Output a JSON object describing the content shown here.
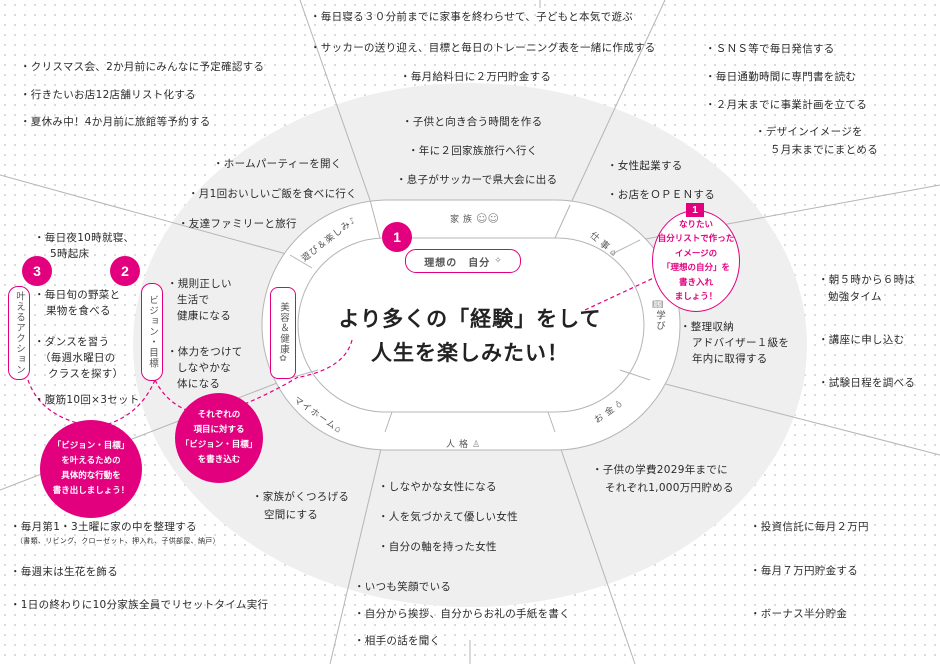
{
  "colors": {
    "accent": "#e2007f",
    "ring_fill": "#eeeeee",
    "line": "#b5b5b5",
    "text": "#2a2a2a"
  },
  "center": {
    "line1": "より多くの「経験」をして",
    "line2": "人生を楽しみたい！",
    "label": "理想の　自分"
  },
  "categories": {
    "family": "家族",
    "work": "仕事",
    "learning": "学び",
    "money": "お金",
    "character": "人格",
    "myhome": "マイホーム",
    "beauty_health": "美容＆健康",
    "play": "遊び＆楽しみ"
  },
  "badges": {
    "one": "1",
    "two": "2",
    "three": "3"
  },
  "pills": {
    "vision": "ビジョン・目標",
    "action": "叶えるアクション"
  },
  "callouts": {
    "ideal": [
      "なりたい",
      "自分リストで作った",
      "イメージの",
      "「理想の自分」を",
      "書き入れ",
      "ましょう！"
    ],
    "vision": [
      "それぞれの",
      "項目に対する",
      "「ビジョン・目標」",
      "を書き込む"
    ],
    "action": [
      "「ビジョン・目標」",
      "を叶えるための",
      "具体的な行動を",
      "書き出しましょう！"
    ]
  },
  "family": {
    "vision": [
      "・子供と向き合う時間を作る",
      "・年に２回家族旅行へ行く",
      "・息子がサッカーで県大会に出る"
    ],
    "action": [
      "・毎日寝る３０分前までに家事を終わらせて、子どもと本気で遊ぶ",
      "・サッカーの送り迎え、目標と毎日のトレーニング表を一緒に作成する",
      "・毎月給料日に２万円貯金する"
    ]
  },
  "work": {
    "vision": [
      "・女性起業する",
      "・お店をＯＰＥＮする"
    ],
    "action": [
      "・ＳＮＳ等で毎日発信する",
      "・毎日通勤時間に専門書を読む",
      "・２月末までに事業計画を立てる",
      "・デザインイメージを",
      "５月末までにまとめる"
    ]
  },
  "learning": {
    "vision": [
      "・整理収納",
      "アドバイザー１級を",
      "年内に取得する"
    ],
    "action": [
      "・朝５時から６時は",
      "勉強タイム",
      "・講座に申し込む",
      "・試験日程を調べる"
    ]
  },
  "money": {
    "vision": [
      "・子供の学費2029年までに",
      "それぞれ1,000万円貯める"
    ],
    "action": [
      "・投資信託に毎月２万円",
      "・毎月７万円貯金する",
      "・ボーナス半分貯金"
    ]
  },
  "character": {
    "vision": [
      "・しなやかな女性になる",
      "・人を気づかえて優しい女性",
      "・自分の軸を持った女性"
    ],
    "action": [
      "・いつも笑顔でいる",
      "・自分から挨拶、自分からお礼の手紙を書く",
      "・相手の話を聞く"
    ]
  },
  "myhome": {
    "vision": [
      "・家族がくつろげる",
      "空間にする"
    ],
    "action": [
      "・毎月第1・3土曜に家の中を整理する",
      "（書類、リビング、クローゼット、押入れ、子供部屋、納戸）",
      "・毎週末は生花を飾る",
      "・1日の終わりに10分家族全員でリセットタイム実行"
    ]
  },
  "beauty_health": {
    "vision": [
      "・規則正しい",
      "生活で",
      "健康になる",
      "・体力をつけて",
      "しなやかな",
      "体になる"
    ],
    "action": [
      "・毎日夜10時就寝、",
      "5時起床",
      "・毎日旬の野菜と",
      "果物を食べる",
      "・ダンスを習う",
      "（毎週水曜日の",
      "クラスを探す）",
      "・腹筋10回×3セット"
    ]
  },
  "play": {
    "vision": [
      "・ホームパーティーを開く",
      "・月1回おいしいご飯を食べに行く",
      "・友達ファミリーと旅行"
    ],
    "action": [
      "・クリスマス会、2か月前にみんなに予定確認する",
      "・行きたいお店12店舗リスト化する",
      "・夏休み中！4か月前に旅館等予約する"
    ]
  }
}
